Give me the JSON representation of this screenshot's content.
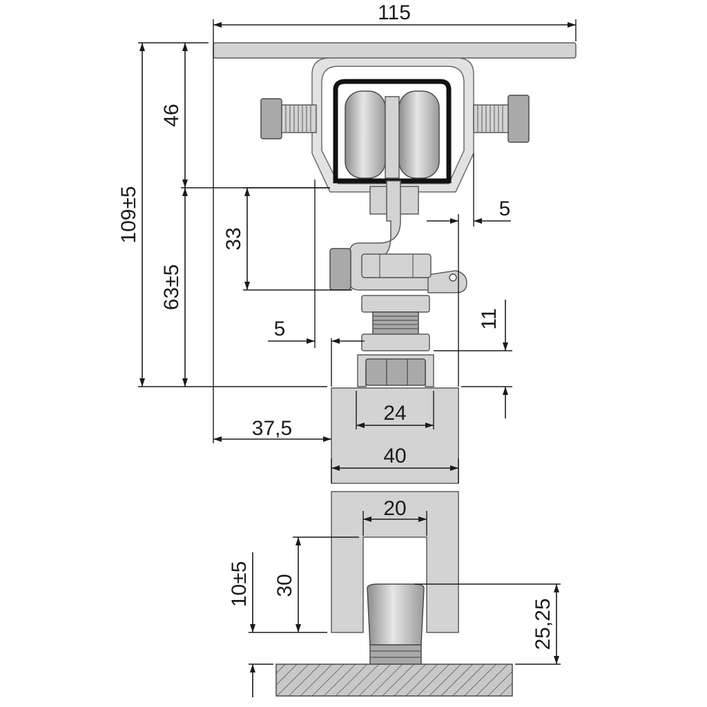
{
  "dimensions": {
    "top_width": "115",
    "total_height": "109±5",
    "upper_height": "46",
    "lower_height": "63±5",
    "drop": "33",
    "right_offset": "5",
    "left_offset": "5",
    "nut_gap": "11",
    "side_offset": "37,5",
    "inner_width": "24",
    "door_width": "40",
    "slot_width": "20",
    "slot_depth": "30",
    "floor_gap": "10±5",
    "guide_height": "25,25"
  }
}
